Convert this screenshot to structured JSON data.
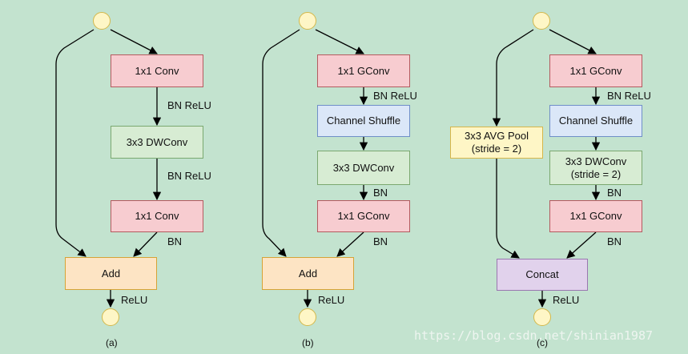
{
  "colors": {
    "background": "#c3e3cf",
    "conv": "#f7ccd0",
    "dwconv": "#d7ecd3",
    "shuffle": "#dbe7f8",
    "add": "#fde4c4",
    "pool": "#fef6c6",
    "concat": "#e1d2ec",
    "circle": "#fef6c6"
  },
  "panel_a": {
    "conv1": "1x1 Conv",
    "lbl1": "BN ReLU",
    "dwconv": "3x3 DWConv",
    "lbl2": "BN ReLU",
    "conv2": "1x1 Conv",
    "lbl3": "BN",
    "merge": "Add",
    "relu": "ReLU",
    "caption": "(a)"
  },
  "panel_b": {
    "conv1": "1x1 GConv",
    "lbl1": "BN ReLU",
    "shuffle": "Channel Shuffle",
    "dwconv": "3x3 DWConv",
    "lbl2": "BN",
    "conv2": "1x1 GConv",
    "lbl3": "BN",
    "merge": "Add",
    "relu": "ReLU",
    "caption": "(b)"
  },
  "panel_c": {
    "pool_line1": "3x3 AVG Pool",
    "pool_line2": "(stride = 2)",
    "conv1": "1x1 GConv",
    "lbl1": "BN ReLU",
    "shuffle": "Channel Shuffle",
    "dwconv_line1": "3x3 DWConv",
    "dwconv_line2": "(stride = 2)",
    "lbl2": "BN",
    "conv2": "1x1 GConv",
    "lbl3": "BN",
    "merge": "Concat",
    "relu": "ReLU",
    "caption": "(c)"
  },
  "watermark": "https://blog.csdn.net/shinian1987"
}
